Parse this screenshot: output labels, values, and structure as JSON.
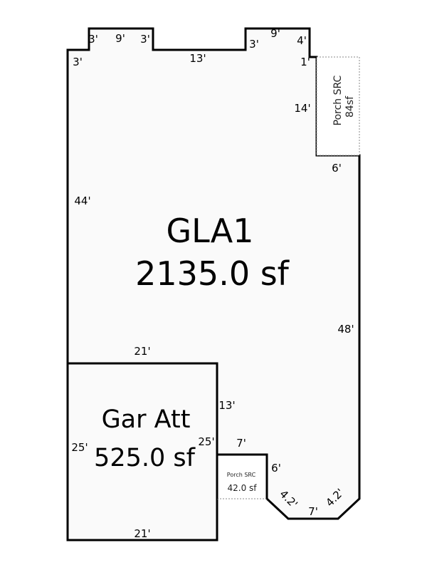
{
  "gla": {
    "name": "GLA1",
    "area": "2135.0 sf"
  },
  "garage": {
    "name": "Gar Att",
    "area": "525.0 sf"
  },
  "porch_top": {
    "name": "Porch SRC",
    "area": "84sf"
  },
  "porch_bottom": {
    "name": "Porch SRC",
    "area": "42.0 sf"
  },
  "dims": {
    "top_left_3a": "3'",
    "top_9a": "9'",
    "top_3b": "3'",
    "left_3": "3'",
    "top_13": "13'",
    "top_3c": "3'",
    "top_9b": "9'",
    "top_4": "4'",
    "right_1": "1'",
    "right_14": "14'",
    "right_6": "6'",
    "left_44": "44'",
    "right_48": "48'",
    "garage_top_21": "21'",
    "garage_right_13": "13'",
    "garage_left_25": "25'",
    "garage_right_25": "25'",
    "step_7": "7'",
    "step_6": "6'",
    "chamfer_left": "4.2'",
    "bottom_7": "7'",
    "chamfer_right": "4.2'",
    "garage_bottom_21": "21'"
  },
  "colors": {
    "wall": "#000000",
    "fill": "#fafafa",
    "porch_border": "#888888"
  }
}
